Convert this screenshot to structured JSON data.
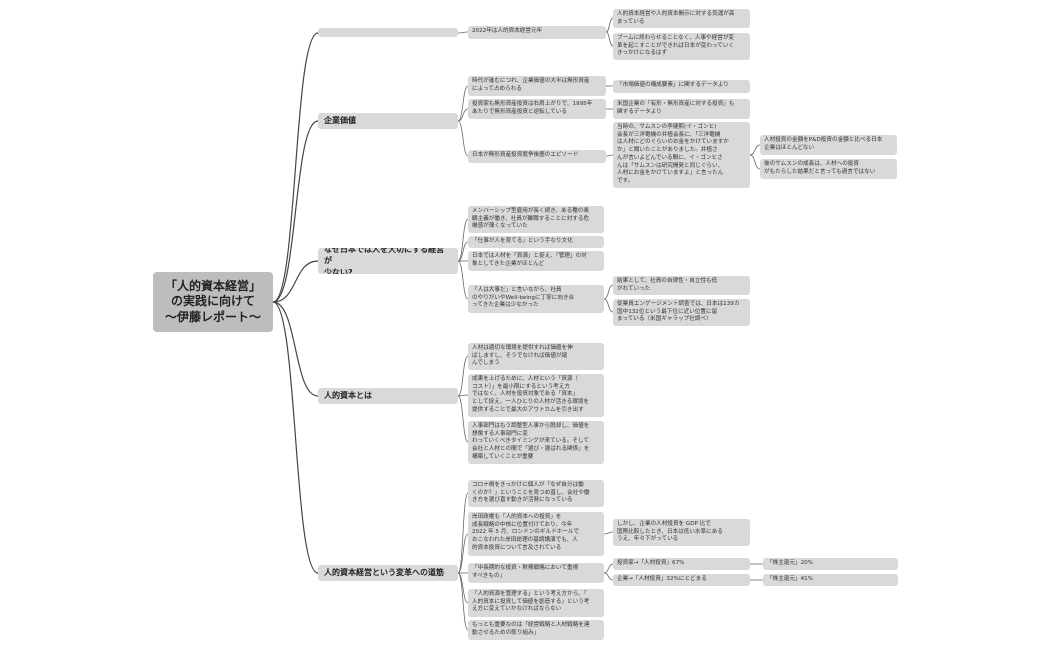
{
  "root": {
    "label": "「人的資本経営」\nの実践に向けて\n〜伊藤レポート〜"
  },
  "branches": [
    {
      "label": "",
      "children": [
        {
          "label": "2022年は人的資本経営元年",
          "children": [
            {
              "label": "人的資本経営や人的資本開示に対する気運が高\nまっている"
            },
            {
              "label": "ブームに終わらせることなく、人事や経営が変\n革を起こすことができれば日本が変わっていく\nきっかけになるはず"
            }
          ]
        }
      ]
    },
    {
      "label": "企業価値",
      "children": [
        {
          "label": "時代が進むにつれ、企業価値の大半は無形資産\nによって占められる",
          "children": [
            {
              "label": "「市場価値の構成要素」に関するデータより"
            }
          ]
        },
        {
          "label": "投資家も無形資産投資は右肩上がりで、1995年\nあたりで無形資産投資と逆転している",
          "children": [
            {
              "label": "米国企業の「有形・無形資産に対する投資」も\n関するデータより"
            }
          ]
        },
        {
          "label": "日本が無形資産投資競争後塵のエピソード",
          "children": [
            {
              "label": "当時の、サムスンの李健熙(イ・ゴンヒ)\n会長が三洋電機の井植会長に、「三洋電機\nは人材にどのぐらいのお金をかけていますか\nか」と聞いたことがありました。井植さ\nんが言いよどんでいる間に、イ・ゴンヒさ\nんは「サムスンは研究開発と同じぐらい、\n人材にお金をかけていますよ」と言ったん\nです。",
              "children": [
                {
                  "label": "人材投資の金額をP&D投資の金額と比べる日本\n企業はほとんどない"
                },
                {
                  "label": "後のサムスンの成長は、人材への投資\nがもたらした結果だと言っても過言ではない"
                }
              ]
            }
          ]
        }
      ]
    },
    {
      "label": "なぜ日本では人を大切にする経営が\n少ない?",
      "children": [
        {
          "label": "メンバーシップ型雇用が長く続き、ある種の楽\n観主義が働き、社員が離職することに対する危\n機感が薄くなっていた"
        },
        {
          "label": "「仕事が人を育てる」という手なり文化"
        },
        {
          "label": "日本では人材を「資源」と捉え、「管理」の対\n象としてきた企業がほとんど"
        },
        {
          "label": "「人は大事だ」と言いながら、社員\nのやりがいやWell-beingに丁寧に向き合\nってきた企業は少なかった",
          "children": [
            {
              "label": "結果として、社員の自律性・自立性も低\nがれていった"
            },
            {
              "label": "従業員エンゲージメント調査では、日本は139カ\n国中132位という最下位に近い位置に留\nまっている（米国ギャラップ社調べ）"
            }
          ]
        }
      ]
    },
    {
      "label": "人的資本とは",
      "children": [
        {
          "label": "人材は適切な環境を提供すれば価値を伸\nばしますし、そうでなければ価値が縮\nんでしまう"
        },
        {
          "label": "成果を上げるために、人材という「資源（\nコスト）」を最小限にするという考え方\nではなく、人材を投資対象である「資本」\nとして捉え、一人ひとりの人材が活きる環境を\n提供することで最大のアウトカムを引き出す"
        },
        {
          "label": "人事部門はもう調整型人事から脱却し、価値を\n想像する人事部門に変\nわっていくべきタイミングが来ている。そして\n会社と人材との間で「選び・選ばれる関係」を\n構築していくことが重要"
        }
      ]
    },
    {
      "label": "人的資本経営という変革への道筋",
      "children": [
        {
          "label": "コロナ禍をきっかけに個人が「なぜ自分は働\nくのか？」ということを見つめ直し、会社や働\nき方を選び直す動きが活発になっている"
        },
        {
          "label": "岸田政権も「人的資本への投資」を\n成長戦略の中核に位置付けており、今年\n2022 年 5 月、ロンドンのギルドホールで\nおこなわれた岸田総理の基調講演でも、人\n的資本投資について言及されている",
          "children": [
            {
              "label": "しかし、企業の人材投資を GDP 比で\n国際比較したとき、日本は低い水準にある\nうえ、年々下がっている"
            }
          ]
        },
        {
          "label": "「中長期的な投資・財務戦略において重視\nすべきもの」",
          "children": [
            {
              "label": "投資家→「人材投資」67%",
              "children": [
                {
                  "label": "「株主還元」20%"
                }
              ]
            },
            {
              "label": "企業→「人材投資」32%にとどまる",
              "children": [
                {
                  "label": "「株主還元」41%"
                }
              ]
            }
          ]
        },
        {
          "label": "「人的資源を管理する」という考え方から、「\n人的資本に投資して価値を創造する」という考\nえ方に変えていかなければならない"
        },
        {
          "label": "もっとも重要なのは「経営戦略と人材戦略を連\n動させるための取り組み」"
        }
      ]
    }
  ]
}
